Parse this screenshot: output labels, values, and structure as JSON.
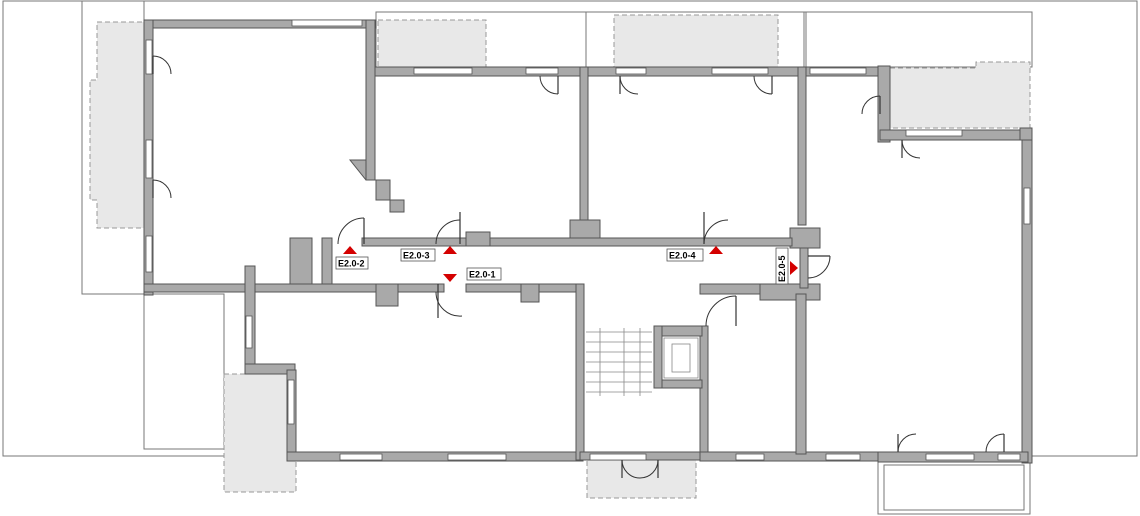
{
  "floorplan": {
    "room_tags": [
      {
        "id": "e201",
        "label": "E2.0-1"
      },
      {
        "id": "e202",
        "label": "E2.0-2"
      },
      {
        "id": "e203",
        "label": "E2.0-3"
      },
      {
        "id": "e204",
        "label": "E2.0-4"
      },
      {
        "id": "e205",
        "label": "E2.0-5"
      }
    ],
    "colors": {
      "marker": "#d40000",
      "wall": "#a9a9a9",
      "balcony_fill": "#e8e8e8"
    }
  }
}
